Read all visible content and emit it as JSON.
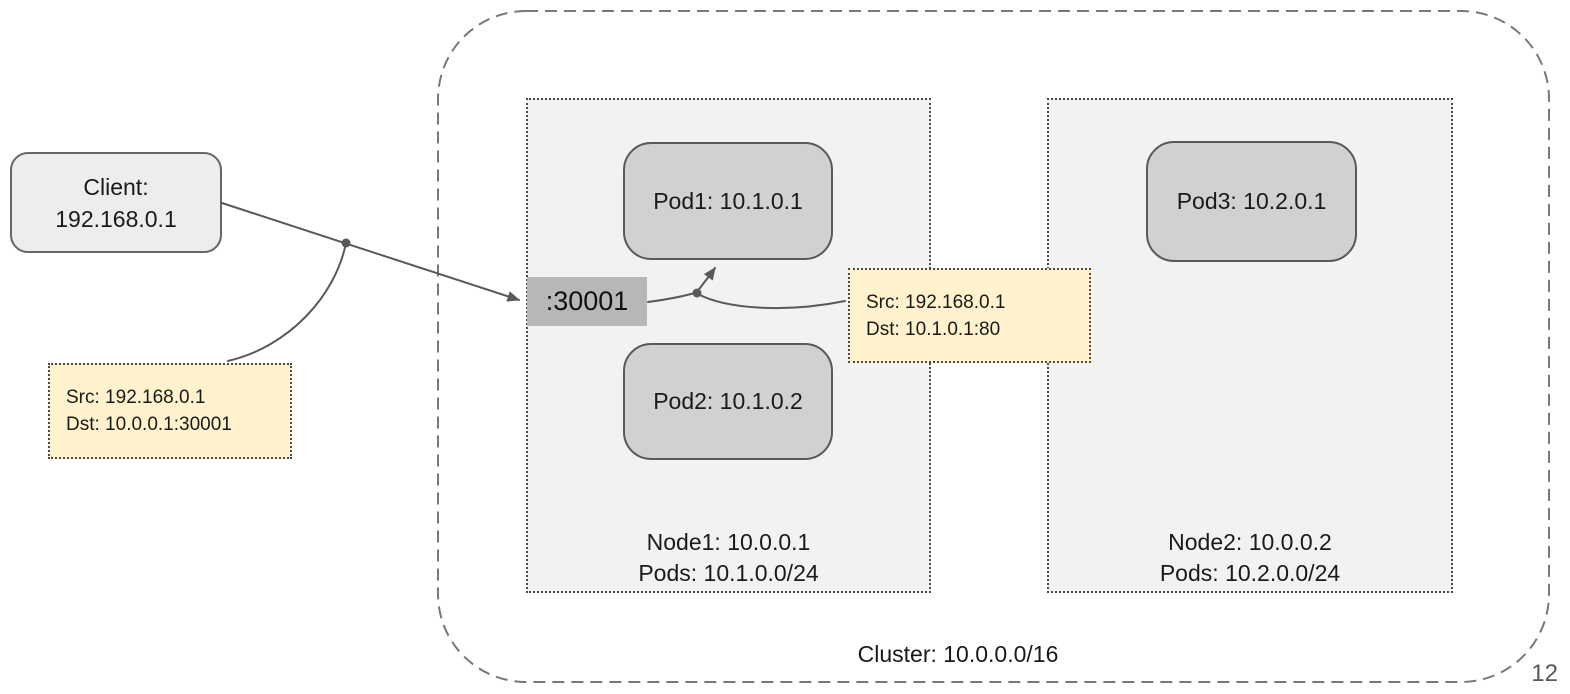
{
  "client": {
    "line1": "Client:",
    "line2": "192.168.0.1"
  },
  "client_note": {
    "line1": "Src: 192.168.0.1",
    "line2": "Dst: 10.0.0.1:30001"
  },
  "nodeport": {
    "label": ":30001"
  },
  "pod_note": {
    "line1": "Src: 192.168.0.1",
    "line2": "Dst: 10.1.0.1:80"
  },
  "node1": {
    "pods": [
      {
        "label": "Pod1: 10.1.0.1"
      },
      {
        "label": "Pod2: 10.1.0.2"
      }
    ],
    "label_line1": "Node1: 10.0.0.1",
    "label_line2": "Pods: 10.1.0.0/24"
  },
  "node2": {
    "pods": [
      {
        "label": "Pod3: 10.2.0.1"
      }
    ],
    "label_line1": "Node2: 10.0.0.2",
    "label_line2": "Pods: 10.2.0.0/24"
  },
  "cluster": {
    "label": "Cluster: 10.0.0.0/16"
  },
  "page_number": "12",
  "colors": {
    "note_fill": "#FFF2CC",
    "note_border": "#4a4a4a",
    "pod_fill": "#D1D1D1",
    "pod_border": "#595959",
    "node_fill": "#F2F2F2",
    "node_border": "#4a4a4a",
    "client_fill": "#EDEDED",
    "client_border": "#666666",
    "nodeport_fill": "#B7B7B7",
    "cluster_border": "#787878",
    "connector": "#595959",
    "text": "#1a1a1a",
    "page_number": "#595959"
  }
}
